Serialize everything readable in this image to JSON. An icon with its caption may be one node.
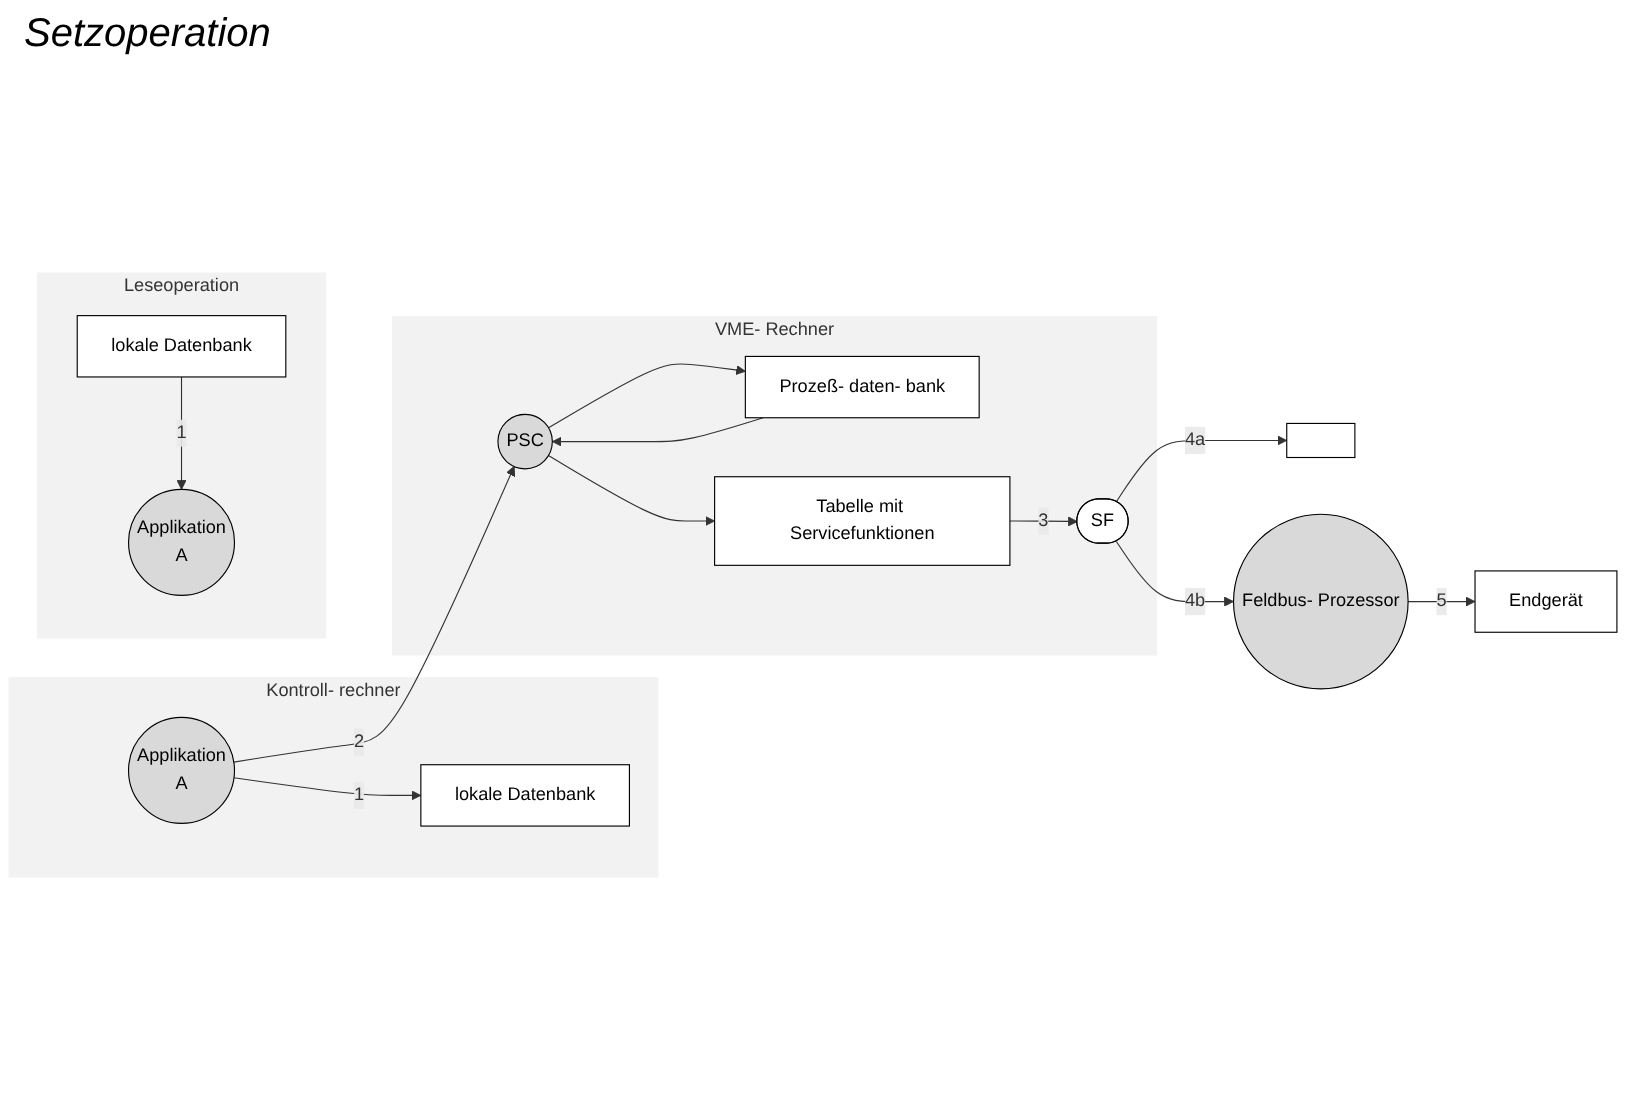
{
  "diagram": {
    "title": "Setzoperation",
    "nodes": [
      {
        "text": [
          "Kontroll- rechner"
        ]
      },
      {
        "text": [
          "Applikation",
          "A"
        ],
        "in": 0
      },
      {
        "text": [
          "lokale Datenbank"
        ],
        "in": 0
      },
      {
        "text": [
          "VME- Rechner"
        ]
      },
      {
        "text": [
          "PSC"
        ],
        "in": 3
      },
      {
        "text": [
          "Prozeß- daten- bank"
        ],
        "in": 3
      },
      {
        "text": [
          "Tabelle mit Servicefunktionen"
        ],
        "in": 3
      },
      {
        "text": [
          "SF"
        ],
        "in": 3
      },
      {
        "text": [],
        "shape": "box"
      },
      {
        "text": [
          "Feldbus- Prozessor"
        ]
      },
      {
        "text": [
          "Endgerät"
        ]
      },
      {
        "text": [
          "Leseoperation"
        ]
      },
      {
        "text": [
          "Applikation",
          "A"
        ],
        "in": 11
      },
      {
        "text": [
          "lokale Datenbank"
        ],
        "in": 11
      }
    ],
    "edges": [
      {
        "from": 1,
        "to": 2,
        "arrow": "to",
        "label": "1"
      },
      {
        "from": 1,
        "to": 4,
        "arrow": "to",
        "label": "2"
      },
      {
        "from": 4,
        "to": 5,
        "arrow": "to"
      },
      {
        "from": 5,
        "to": 4,
        "arrow": "to"
      },
      {
        "from": 4,
        "to": 6,
        "arrow": "to"
      },
      {
        "from": 6,
        "to": 7,
        "arrow": "to",
        "label": "3"
      },
      {
        "from": 7,
        "to": 8,
        "arrow": "to",
        "label": "4a"
      },
      {
        "from": 7,
        "to": 9,
        "arrow": "to",
        "label": "4b"
      },
      {
        "from": 9,
        "to": 10,
        "arrow": "to",
        "label": "5"
      },
      {
        "from": 13,
        "to": 12,
        "arrow": "to",
        "label": "1"
      }
    ]
  }
}
